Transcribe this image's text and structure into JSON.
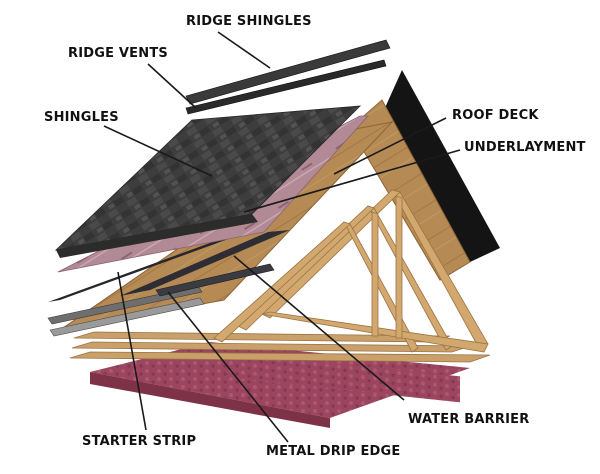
{
  "labels": {
    "ridge_shingles": "RIDGE SHINGLES",
    "ridge_vents": "RIDGE VENTS",
    "shingles": "SHINGLES",
    "roof_deck": "ROOF DECK",
    "underlayment": "UNDERLAYMENT",
    "water_barrier": "WATER BARRIER",
    "starter_strip": "STARTER STRIP",
    "metal_drip_edge": "METAL DRIP EDGE"
  },
  "colors": {
    "shingle": "#3e3e3e",
    "underlayment": "#b48c98",
    "roof_deck": "#b58a55",
    "water_barrier": "#2d2d33",
    "lumber": "#caa06a",
    "insulation": "#a0455e",
    "ridge_metal": "#2a2a2a",
    "gable_dark": "#141414"
  }
}
